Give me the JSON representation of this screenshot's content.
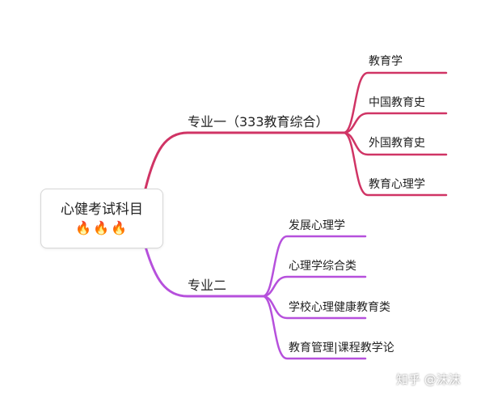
{
  "root": {
    "title": "心健考试科目",
    "emoji": "🔥🔥🔥"
  },
  "branches": [
    {
      "label": "专业一（333教育综合）",
      "color": "#d03465",
      "children": [
        "教育学",
        "中国教育史",
        "外国教育史",
        "教育心理学"
      ]
    },
    {
      "label": "专业二",
      "color": "#b650dc",
      "children": [
        "发展心理学",
        "心理学综合类",
        "学校心理健康教育类",
        "教育管理|课程教学论"
      ]
    }
  ],
  "watermark": "知乎 @沫沫"
}
